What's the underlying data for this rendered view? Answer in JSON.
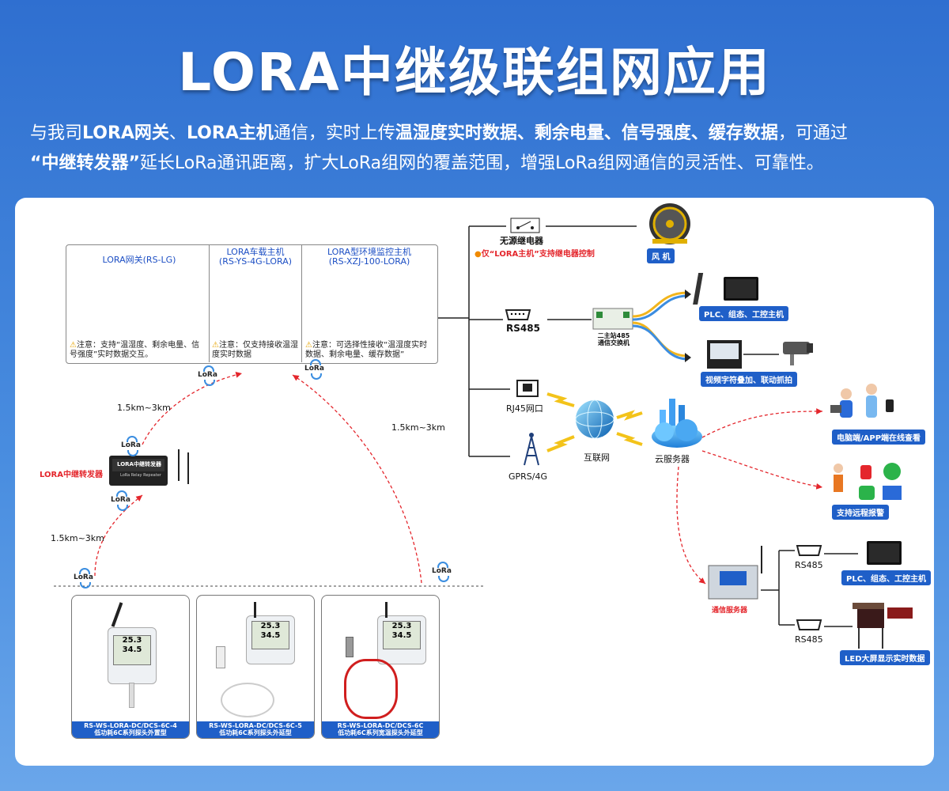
{
  "title": "LORA中继级联组网应用",
  "intro": {
    "line1_parts": [
      "与我司",
      "LORA网关",
      "、",
      "LORA主机",
      "通信，实时上传",
      "温湿度实时数据、剩余电量、信号强度、缓存数据",
      "，可通过"
    ],
    "line2_parts": [
      "“中继转发器”",
      "延长LoRa通讯距离，扩大LoRa组网的覆盖范围，增强LoRa组网通信的灵活性、可靠性。"
    ]
  },
  "hosts": [
    {
      "name": "LORA网关(RS-LG)",
      "note_prefix": "注意：",
      "note": "支持“温湿度、剩余电量、信号强度”实时数据交互。"
    },
    {
      "name": "LORA车载主机\n(RS-YS-4G-LORA)",
      "note_prefix": "注意：",
      "note": "仅支持接收温湿度实时数据"
    },
    {
      "name": "LORA型环境监控主机\n(RS-XZJ-100-LORA)",
      "note_prefix": "注意：",
      "note": "可选择性接收“温湿度实时数据、剩余电量、缓存数据”"
    }
  ],
  "relay": {
    "label": "LORA中继转发器",
    "device_text": "LORA中继转发器",
    "device_subtext": "LoRa Relay Repeater"
  },
  "distances": [
    "1.5km~3km",
    "1.5km~3km",
    "1.5km~3km"
  ],
  "lora_tag": "LoRa",
  "sensors": [
    {
      "model": "RS-WS-LORA-DC/DCS-6C-4",
      "desc": "低功耗6C系列探头外置型",
      "reading_t": "25.3",
      "reading_h": "34.5"
    },
    {
      "model": "RS-WS-LORA-DC/DCS-6C-5",
      "desc": "低功耗6C系列探头外延型",
      "reading_t": "25.3",
      "reading_h": "34.5"
    },
    {
      "model": "RS-WS-LORA-DC/DCS-6C",
      "desc": "低功耗6C系列宽温探头外延型",
      "reading_t": "25.3",
      "reading_h": "34.5"
    }
  ],
  "outputs": {
    "relay_out": "无源继电器",
    "relay_note": "仅“LORA主机”支持继电器控制",
    "rs485": "RS485",
    "rj45": "RJ45网口",
    "gprs": "GPRS/4G"
  },
  "right": {
    "fan": "风 机",
    "switch": "二主站485\n通信交换机",
    "plc": "PLC、组态、工控主机",
    "video": "视频字符叠加、联动抓拍",
    "internet": "互联网",
    "cloud": "云服务器",
    "app": "电脑端/APP端在线查看",
    "alarm": "支持远程报警",
    "comm_server": "通信服务器",
    "rs485_a": "RS485",
    "rs485_b": "RS485",
    "plc2": "PLC、组态、工控主机",
    "led": "LED大屏显示实时数据"
  },
  "colors": {
    "accent": "#1f5fc8",
    "warn": "#e4262c",
    "bg_top": "#2f6fd0"
  }
}
